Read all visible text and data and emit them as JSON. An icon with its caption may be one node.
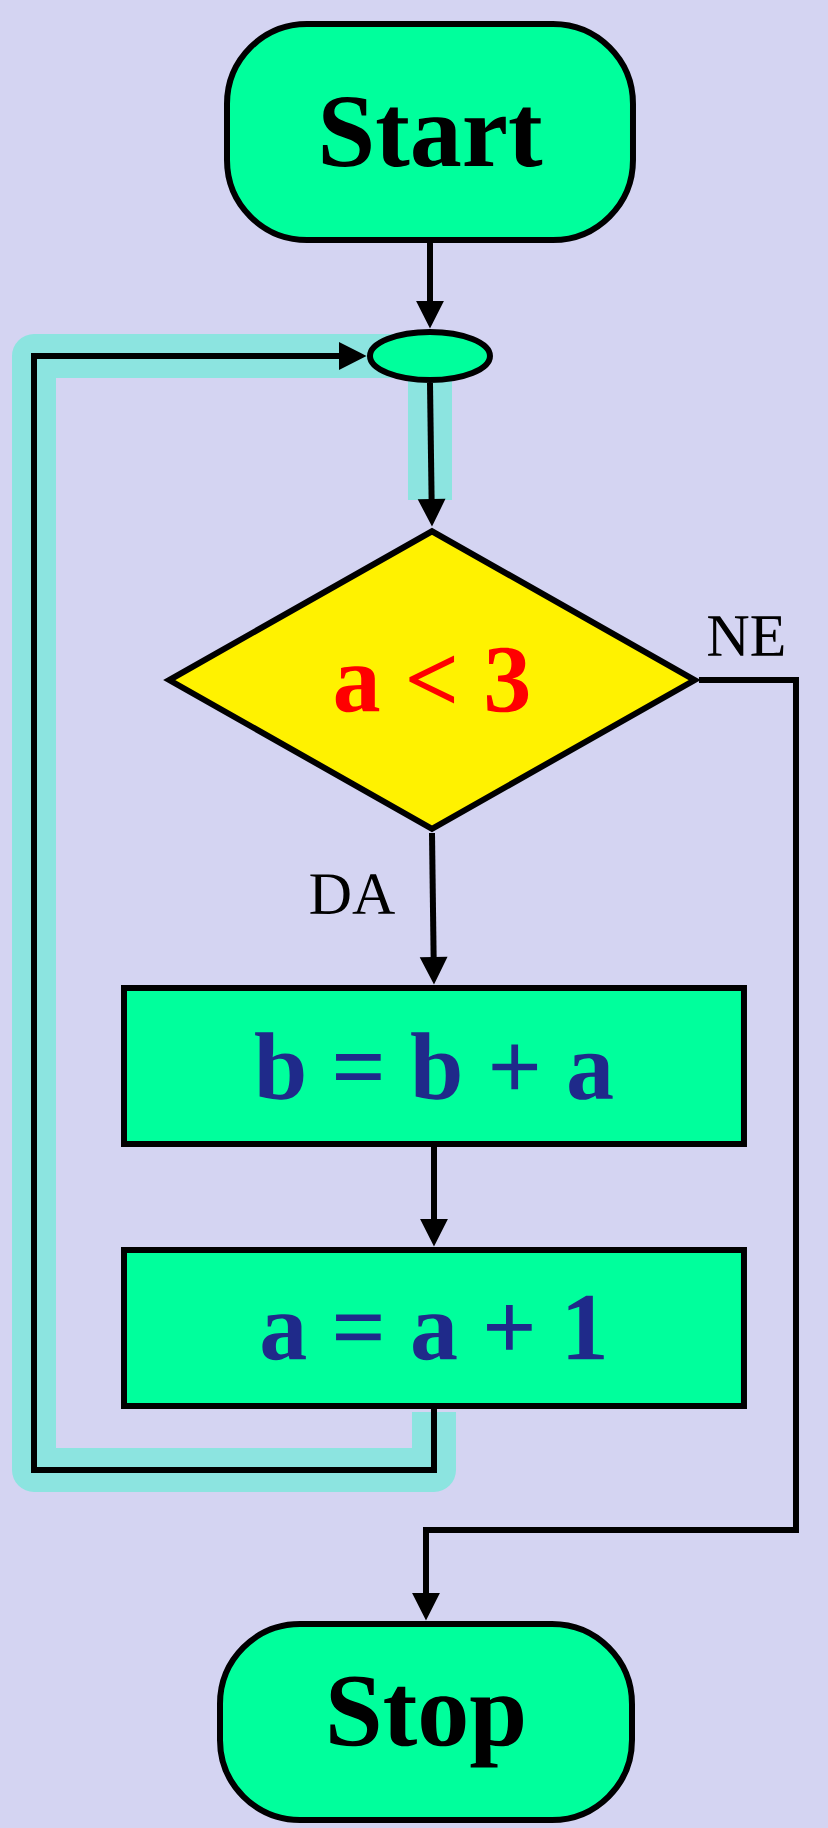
{
  "diagram": {
    "nodes": [
      {
        "text": [
          "Start"
        ]
      },
      {
        "text": [],
        "shape": "circle"
      },
      {
        "text": [
          "a < 3"
        ]
      },
      {
        "text": [
          "b = b + a"
        ]
      },
      {
        "text": [
          "a = a + 1"
        ]
      },
      {
        "text": [
          "Stop"
        ]
      }
    ],
    "edges": [
      {
        "from": 0,
        "to": 1,
        "arrow": "to"
      },
      {
        "from": 1,
        "to": 2,
        "arrow": "to"
      },
      {
        "from": 2,
        "to": 3,
        "arrow": "to",
        "label": "DA"
      },
      {
        "from": 3,
        "to": 4,
        "arrow": "to"
      },
      {
        "from": 4,
        "to": 1,
        "arrow": "to"
      },
      {
        "from": 2,
        "to": 5,
        "arrow": "to",
        "label": "NE"
      }
    ]
  }
}
